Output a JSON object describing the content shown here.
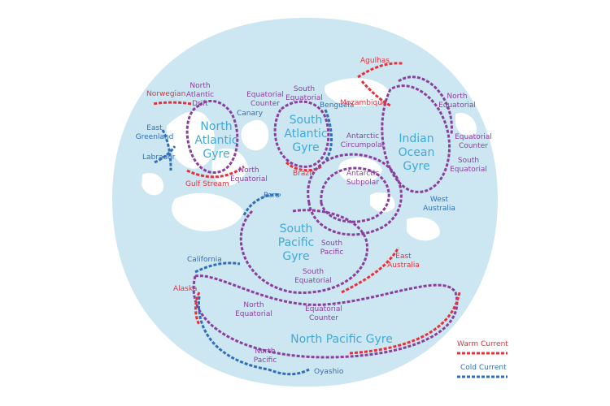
{
  "colors": {
    "ocean": "#cde7f2",
    "land": "#ffffff",
    "gyre_text": "#3fa9d8",
    "warm": "#e8303a",
    "cold": "#2f6fb8",
    "mixed": "#8a3f9e"
  },
  "gyres": {
    "north_atlantic": [
      "North",
      "Atlantic",
      "Gyre"
    ],
    "south_atlantic": [
      "South",
      "Atlantic",
      "Gyre"
    ],
    "indian_ocean": [
      "Indian",
      "Ocean",
      "Gyre"
    ],
    "south_pacific": [
      "South",
      "Pacific",
      "Gyre"
    ],
    "north_pacific": "North Pacific Gyre"
  },
  "currents": {
    "norwegian": "Norwegian",
    "north_atlantic_drift": [
      "North",
      "Atlantic",
      "Drift"
    ],
    "east_greenland": [
      "East",
      "Greenland"
    ],
    "labrador": "Labrador",
    "gulf_stream": "Gulf Stream",
    "canary": "Canary",
    "equatorial_counter_atl": [
      "Equatorial",
      "Counter"
    ],
    "north_equatorial_atl": [
      "North",
      "Equatorial"
    ],
    "south_equatorial_atl": [
      "South",
      "Equatorial"
    ],
    "benguela": "Benguela",
    "brazil": "Brazil",
    "agulhas": "Agulhas",
    "mozambique": "Mozambique",
    "north_equatorial_ind": [
      "North",
      "Equatorial"
    ],
    "equatorial_counter_ind": [
      "Equatorial",
      "Counter"
    ],
    "south_equatorial_ind": [
      "South",
      "Equatorial"
    ],
    "antarctic_circumpolar": [
      "Antarctic",
      "Circumpolar"
    ],
    "antarctic_subpolar": [
      "Antarctic",
      "Subpolar"
    ],
    "west_australia": [
      "West",
      "Australia"
    ],
    "peru": "Peru",
    "south_pacific": [
      "South",
      "Pacific"
    ],
    "east_australia": [
      "East",
      "Australia"
    ],
    "south_equatorial_pac": [
      "South",
      "Equatorial"
    ],
    "california": "California",
    "alaska": "Alaska",
    "north_equatorial_pac": [
      "North",
      "Equatorial"
    ],
    "equatorial_counter_pac": [
      "Equatorial",
      "Counter"
    ],
    "north_pacific": [
      "North",
      "Pacific"
    ],
    "oyashio": "Oyashio"
  },
  "legend": {
    "warm_label": "Warm Current",
    "cold_label": "Cold Current"
  }
}
